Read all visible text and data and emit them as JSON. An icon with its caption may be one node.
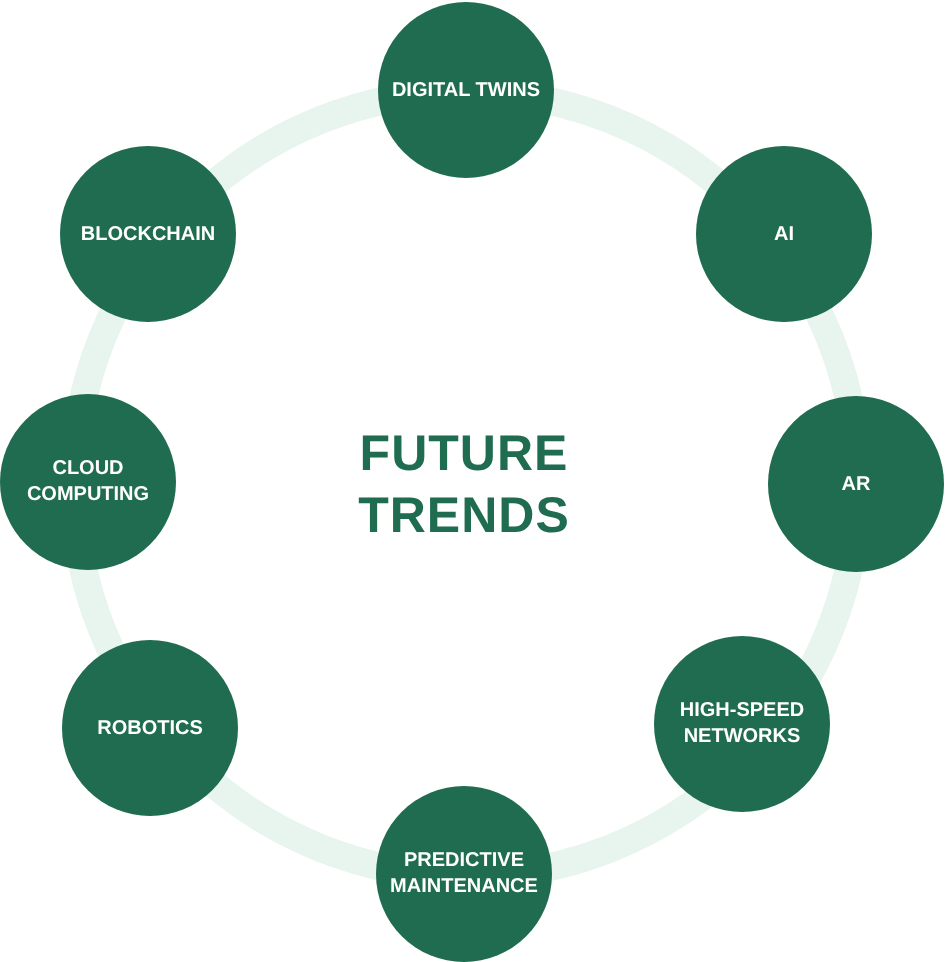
{
  "diagram": {
    "title": "FUTURE TRENDS",
    "nodes": [
      {
        "text": [
          "DIGITAL TWINS"
        ]
      },
      {
        "text": [
          "AI"
        ]
      },
      {
        "text": [
          "AR"
        ]
      },
      {
        "text": [
          "HIGH-SPEED NETWORKS"
        ]
      },
      {
        "text": [
          "PREDICTIVE MAINTENANCE"
        ]
      },
      {
        "text": [
          "ROBOTICS"
        ]
      },
      {
        "text": [
          "CLOUD COMPUTING"
        ]
      },
      {
        "text": [
          "BLOCKCHAIN"
        ]
      }
    ]
  }
}
